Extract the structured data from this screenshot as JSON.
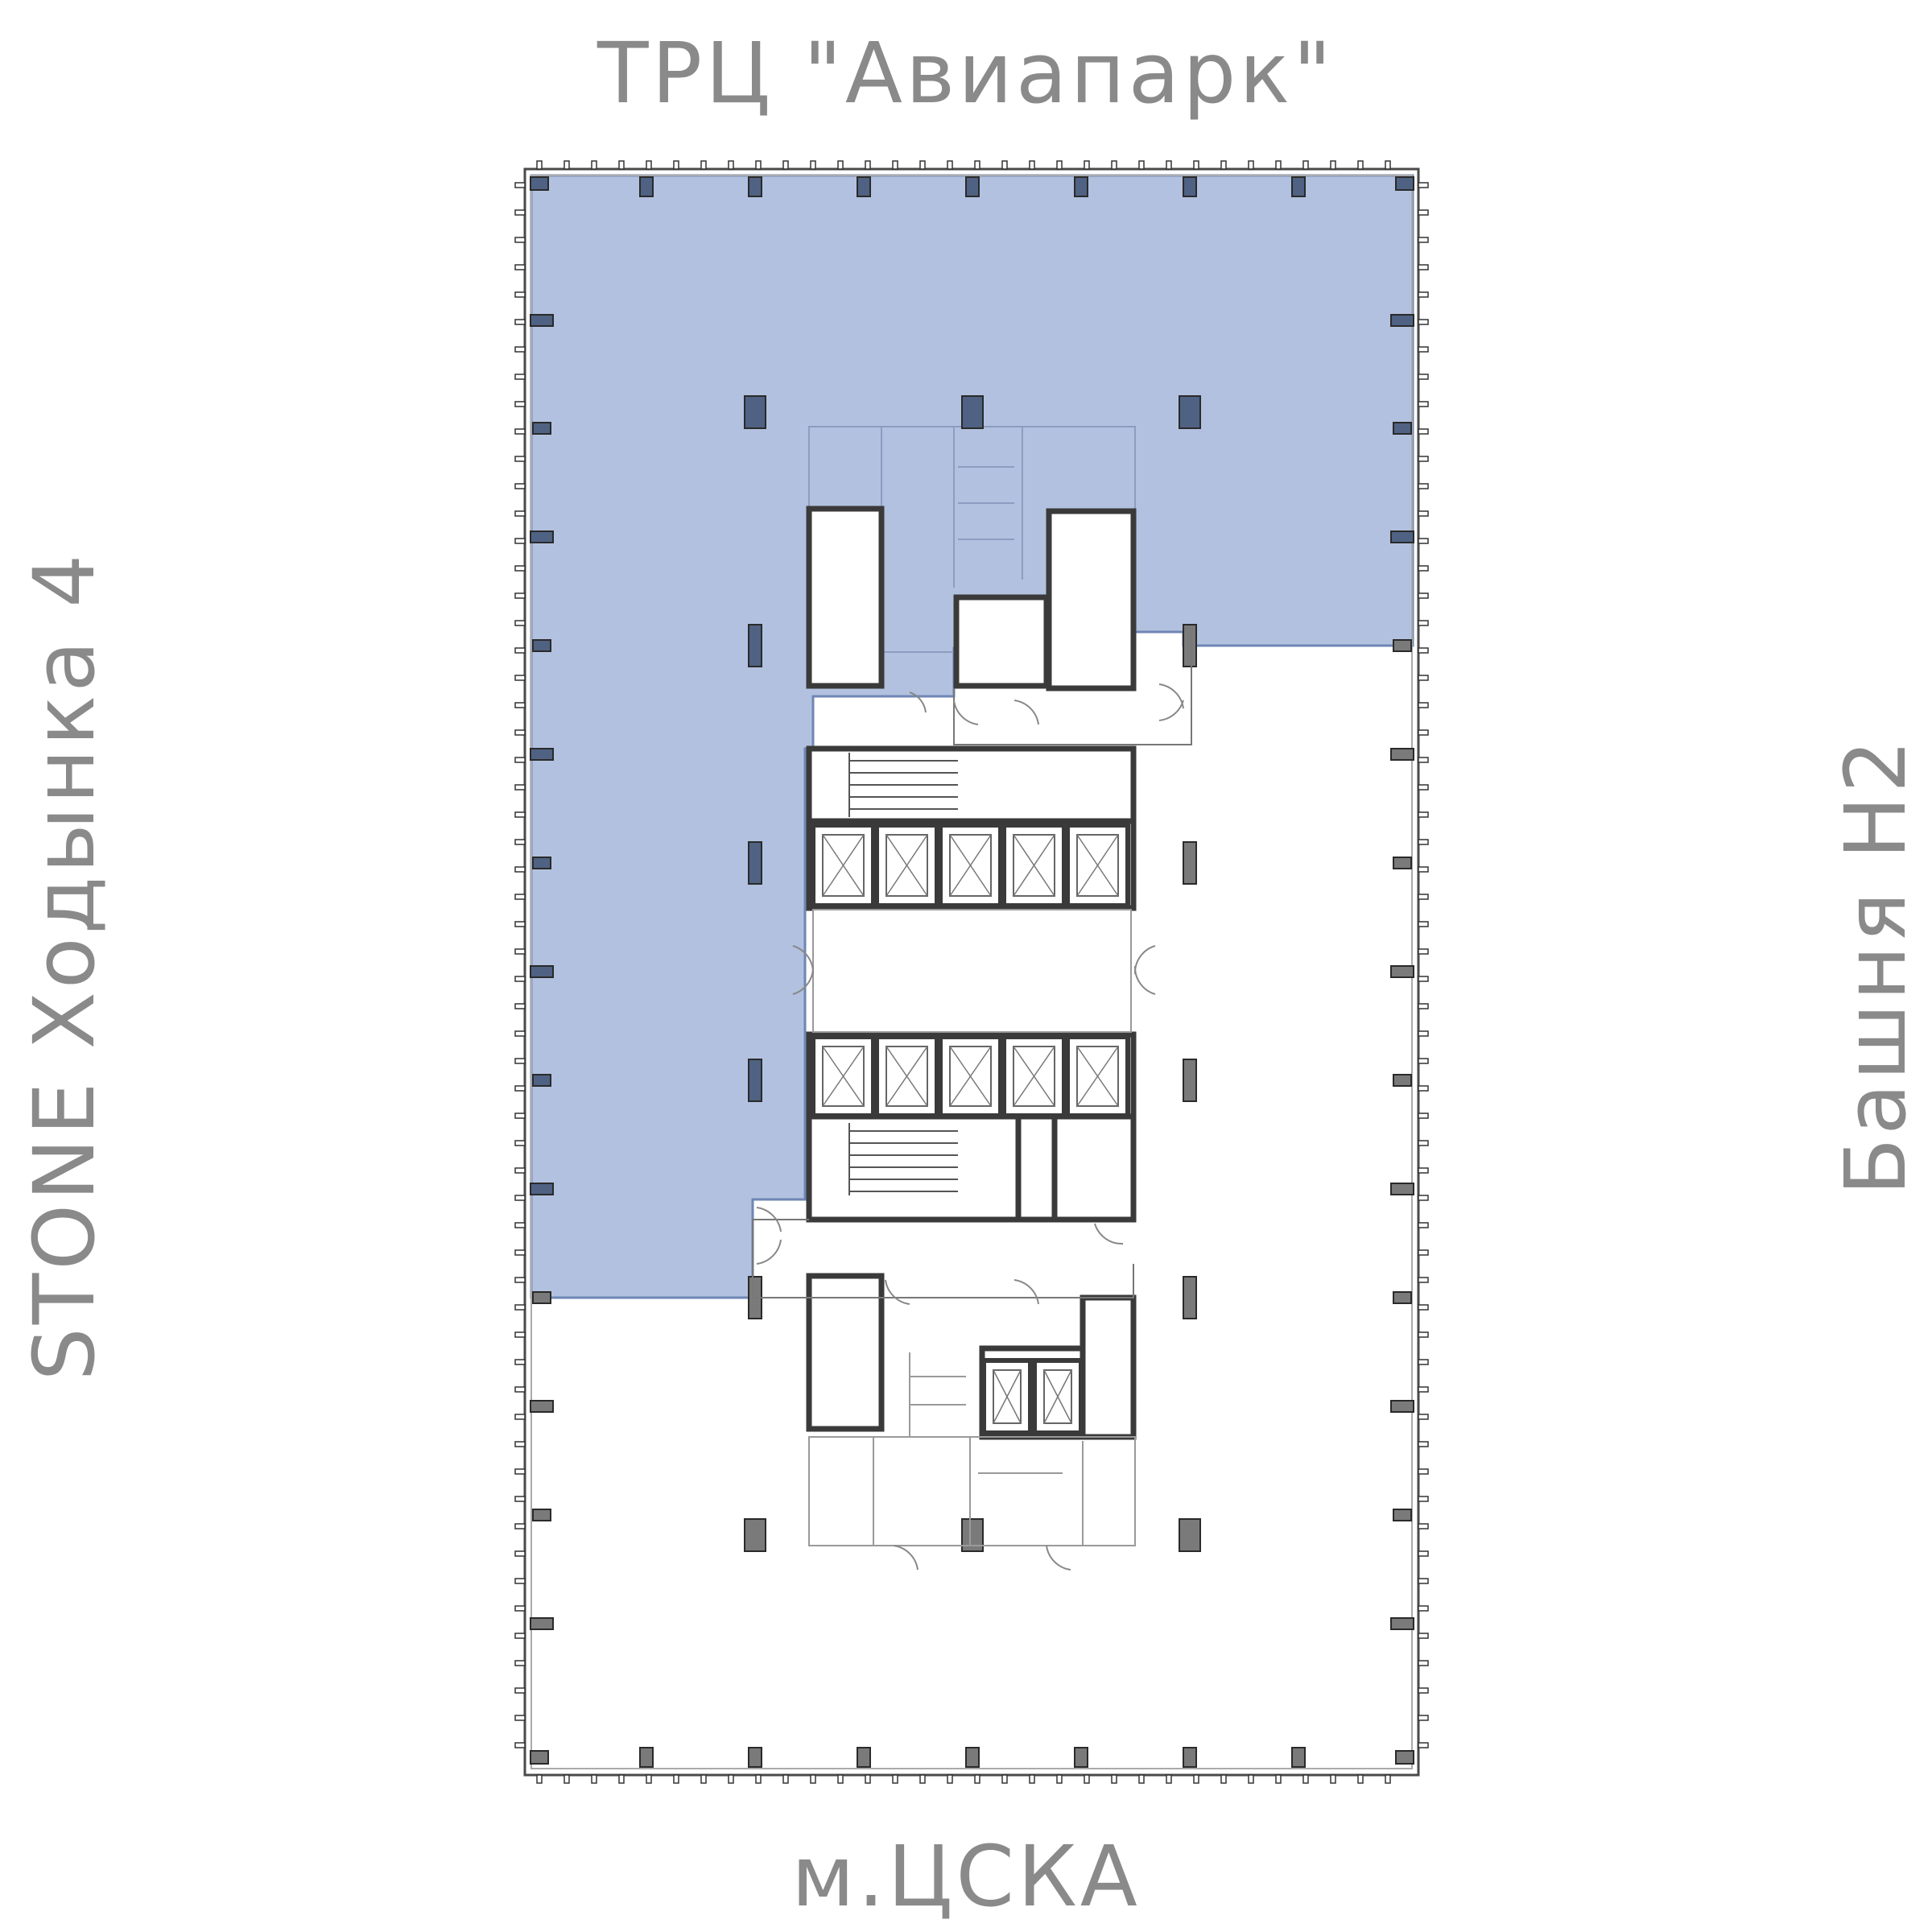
{
  "labels": {
    "top": "ТРЦ \"Авиапарк\"",
    "bottom": "м.ЦСКА",
    "left": "STONE Ходынка 4",
    "right": "Башня Н2"
  },
  "colors": {
    "highlight_fill": "#b2c1df",
    "highlight_edge": "#6f86b5",
    "column_dark": "#4f6283",
    "column_grey": "#7a7a7a",
    "wall": "#3a3a3a",
    "thin_line": "#9a9a9a",
    "label": "#8a8a8a"
  }
}
